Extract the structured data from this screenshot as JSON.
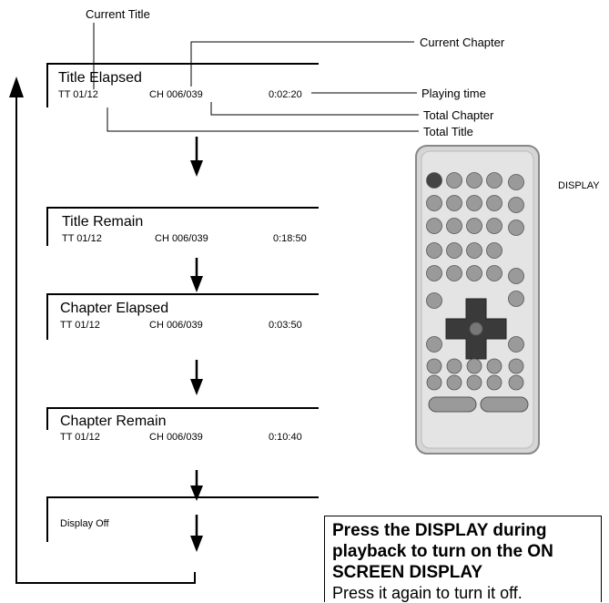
{
  "callouts": {
    "current_title": "Current Title",
    "current_chapter": "Current Chapter",
    "playing_time": "Playing time",
    "total_chapter": "Total Chapter",
    "total_title": "Total Title",
    "display_button": "DISPLAY"
  },
  "screens": [
    {
      "title": "Title Elapsed",
      "tt": "TT 01/12",
      "ch": "CH 006/039",
      "time": "0:02:20"
    },
    {
      "title": "Title Remain",
      "tt": "TT 01/12",
      "ch": "CH 006/039",
      "time": "0:18:50"
    },
    {
      "title": "Chapter Elapsed",
      "tt": "TT 01/12",
      "ch": "CH 006/039",
      "time": "0:03:50"
    },
    {
      "title": "Chapter Remain",
      "tt": "TT 01/12",
      "ch": "CH 006/039",
      "time": "0:10:40"
    },
    {
      "title": "Display Off"
    }
  ],
  "note": {
    "bold": "Press the DISPLAY during playback to turn on the ON SCREEN DISPLAY",
    "plain": "Press it again to turn it off."
  },
  "colors": {
    "ink": "#000000",
    "remote_body": "#d9d9d9",
    "remote_button": "#9a9a9a",
    "dpad": "#3a3a3a"
  }
}
